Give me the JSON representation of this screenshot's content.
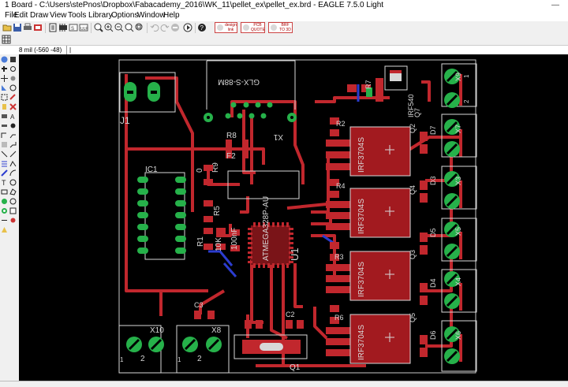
{
  "window": {
    "title": "1 Board - C:\\Users\\stePnos\\Dropbox\\Fabacademy_2016\\WK_11\\pellet_ex\\pellet_ex.brd - EAGLE 7.5.0 Light",
    "minimize": "—"
  },
  "menu": [
    "File",
    "Edit",
    "Draw",
    "View",
    "Tools",
    "Library",
    "Options",
    "Window",
    "Help"
  ],
  "toolbar": {
    "design_link": [
      "design",
      "link"
    ],
    "pcb_quote": [
      "PCB",
      "QUOTE"
    ],
    "pdf_3d": [
      "BRF",
      "TO 3D"
    ]
  },
  "coordbar": {
    "grid_readout": "8 mil (-560 -48)",
    "command_value": "|"
  },
  "board": {
    "labels": {
      "j1": "J1",
      "connector": "GLX-S-88M",
      "x1": "X1",
      "r8": "R8",
      "r9": "R9",
      "f2": "F2",
      "ic1": "IC1",
      "zero": "0",
      "r5": "R5",
      "r1": "R1",
      "ten_k": "10K",
      "hundred_nf": "100nF",
      "u1": "U1",
      "mcu": "ATMEGA328P-AU",
      "c3": "C3",
      "c2": "C2",
      "q1": "Q1",
      "x10": "X10",
      "x8": "X8",
      "r7": "R7",
      "irf540": "IRF540",
      "q7": "Q7",
      "r2": "R2",
      "r4": "R4",
      "r3": "R3",
      "r6": "R6",
      "q2": "Q2",
      "q4": "Q4",
      "q3": "Q3",
      "q5": "Q5",
      "d7": "D7",
      "d3": "D3",
      "d5": "D5",
      "d4": "D4",
      "d6": "D6",
      "x9": "X9",
      "x7": "X7",
      "x3": "X3",
      "x5": "X5",
      "x4": "X4",
      "x6": "X6"
    },
    "mosfets": [
      "IRF3704S",
      "IRF3704S",
      "IRF3704S",
      "IRF3704S"
    ],
    "pin_labels": {
      "one": "1",
      "two": "2"
    }
  },
  "colors": {
    "copper_top": "#c1272d",
    "pads": "#26b14a",
    "silk": "#d8d8d8",
    "bottom": "#2b3ccf",
    "background": "#000000"
  }
}
